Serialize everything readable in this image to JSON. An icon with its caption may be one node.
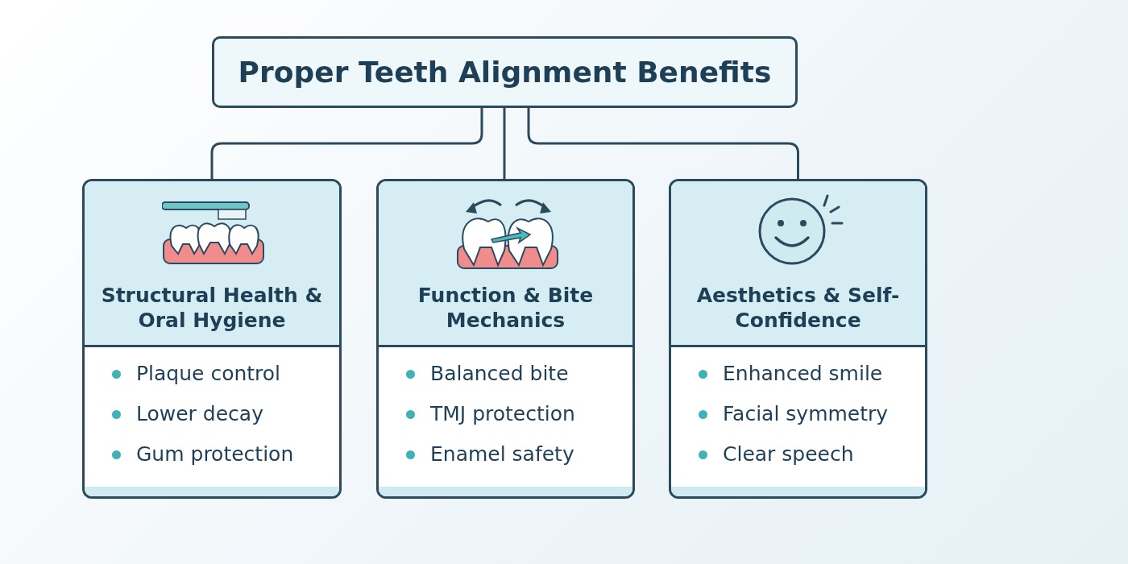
{
  "diagram": {
    "nodes": [
      {
        "text": [
          "Proper Teeth Alignment Benefits"
        ]
      },
      {
        "text": [
          "Structural Health & Oral Hygiene",
          "Plaque control",
          "Lower decay",
          "Gum protection"
        ]
      },
      {
        "text": [
          "Function & Bite Mechanics",
          "Balanced bite",
          "TMJ protection",
          "Enamel safety"
        ]
      },
      {
        "text": [
          "Aesthetics & Self-Confidence",
          "Enhanced smile",
          "Facial symmetry",
          "Clear speech"
        ]
      }
    ],
    "edges": [
      {
        "from": 0,
        "to": 1,
        "arrow": "none"
      },
      {
        "from": 0,
        "to": 2,
        "arrow": "none"
      },
      {
        "from": 0,
        "to": 3,
        "arrow": "none"
      }
    ]
  }
}
